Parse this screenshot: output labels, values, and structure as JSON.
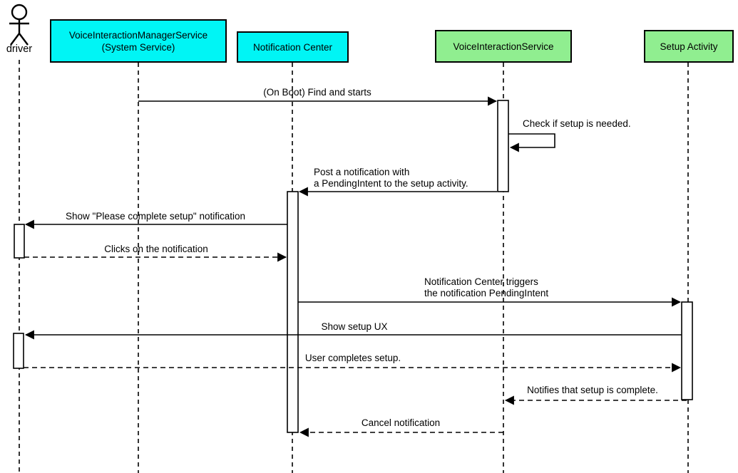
{
  "diagram_kind": "uml-sequence-diagram",
  "participants": [
    {
      "id": "driver",
      "kind": "actor",
      "label": "driver"
    },
    {
      "id": "vims",
      "kind": "box",
      "label": "VoiceInteractionManagerService\n(System Service)",
      "fill": "#00F5F5"
    },
    {
      "id": "nc",
      "kind": "box",
      "label": "Notification Center",
      "fill": "#00F5F5"
    },
    {
      "id": "vis",
      "kind": "box",
      "label": "VoiceInteractionService",
      "fill": "#90EE90"
    },
    {
      "id": "sa",
      "kind": "box",
      "label": "Setup Activity",
      "fill": "#90EE90"
    }
  ],
  "messages": [
    {
      "label": "(On Boot) Find and starts",
      "from": "vims",
      "to": "vis",
      "line": "solid"
    },
    {
      "label": "Check if setup is needed.",
      "from": "vis",
      "to": "vis",
      "line": "solid-self"
    },
    {
      "label": "Post a notification with\na PendingIntent to the setup activity.",
      "from": "vis",
      "to": "nc",
      "line": "solid"
    },
    {
      "label": "Show \"Please complete setup\" notification",
      "from": "nc",
      "to": "driver",
      "line": "solid"
    },
    {
      "label": "Clicks on the notification",
      "from": "driver",
      "to": "nc",
      "line": "dashed"
    },
    {
      "label": "Notification Center triggers\nthe notification PendingIntent",
      "from": "nc",
      "to": "sa",
      "line": "solid"
    },
    {
      "label": "Show setup UX",
      "from": "sa",
      "to": "driver",
      "line": "solid"
    },
    {
      "label": "User completes setup.",
      "from": "driver",
      "to": "sa",
      "line": "dashed"
    },
    {
      "label": "Notifies that setup is complete.",
      "from": "sa",
      "to": "vis",
      "line": "dashed"
    },
    {
      "label": "Cancel notification",
      "from": "vis",
      "to": "nc",
      "line": "dashed"
    }
  ],
  "colors": {
    "participant_cyan": "#00F5F5",
    "participant_green": "#90EE90",
    "line": "#000000",
    "background": "#FFFFFF"
  }
}
